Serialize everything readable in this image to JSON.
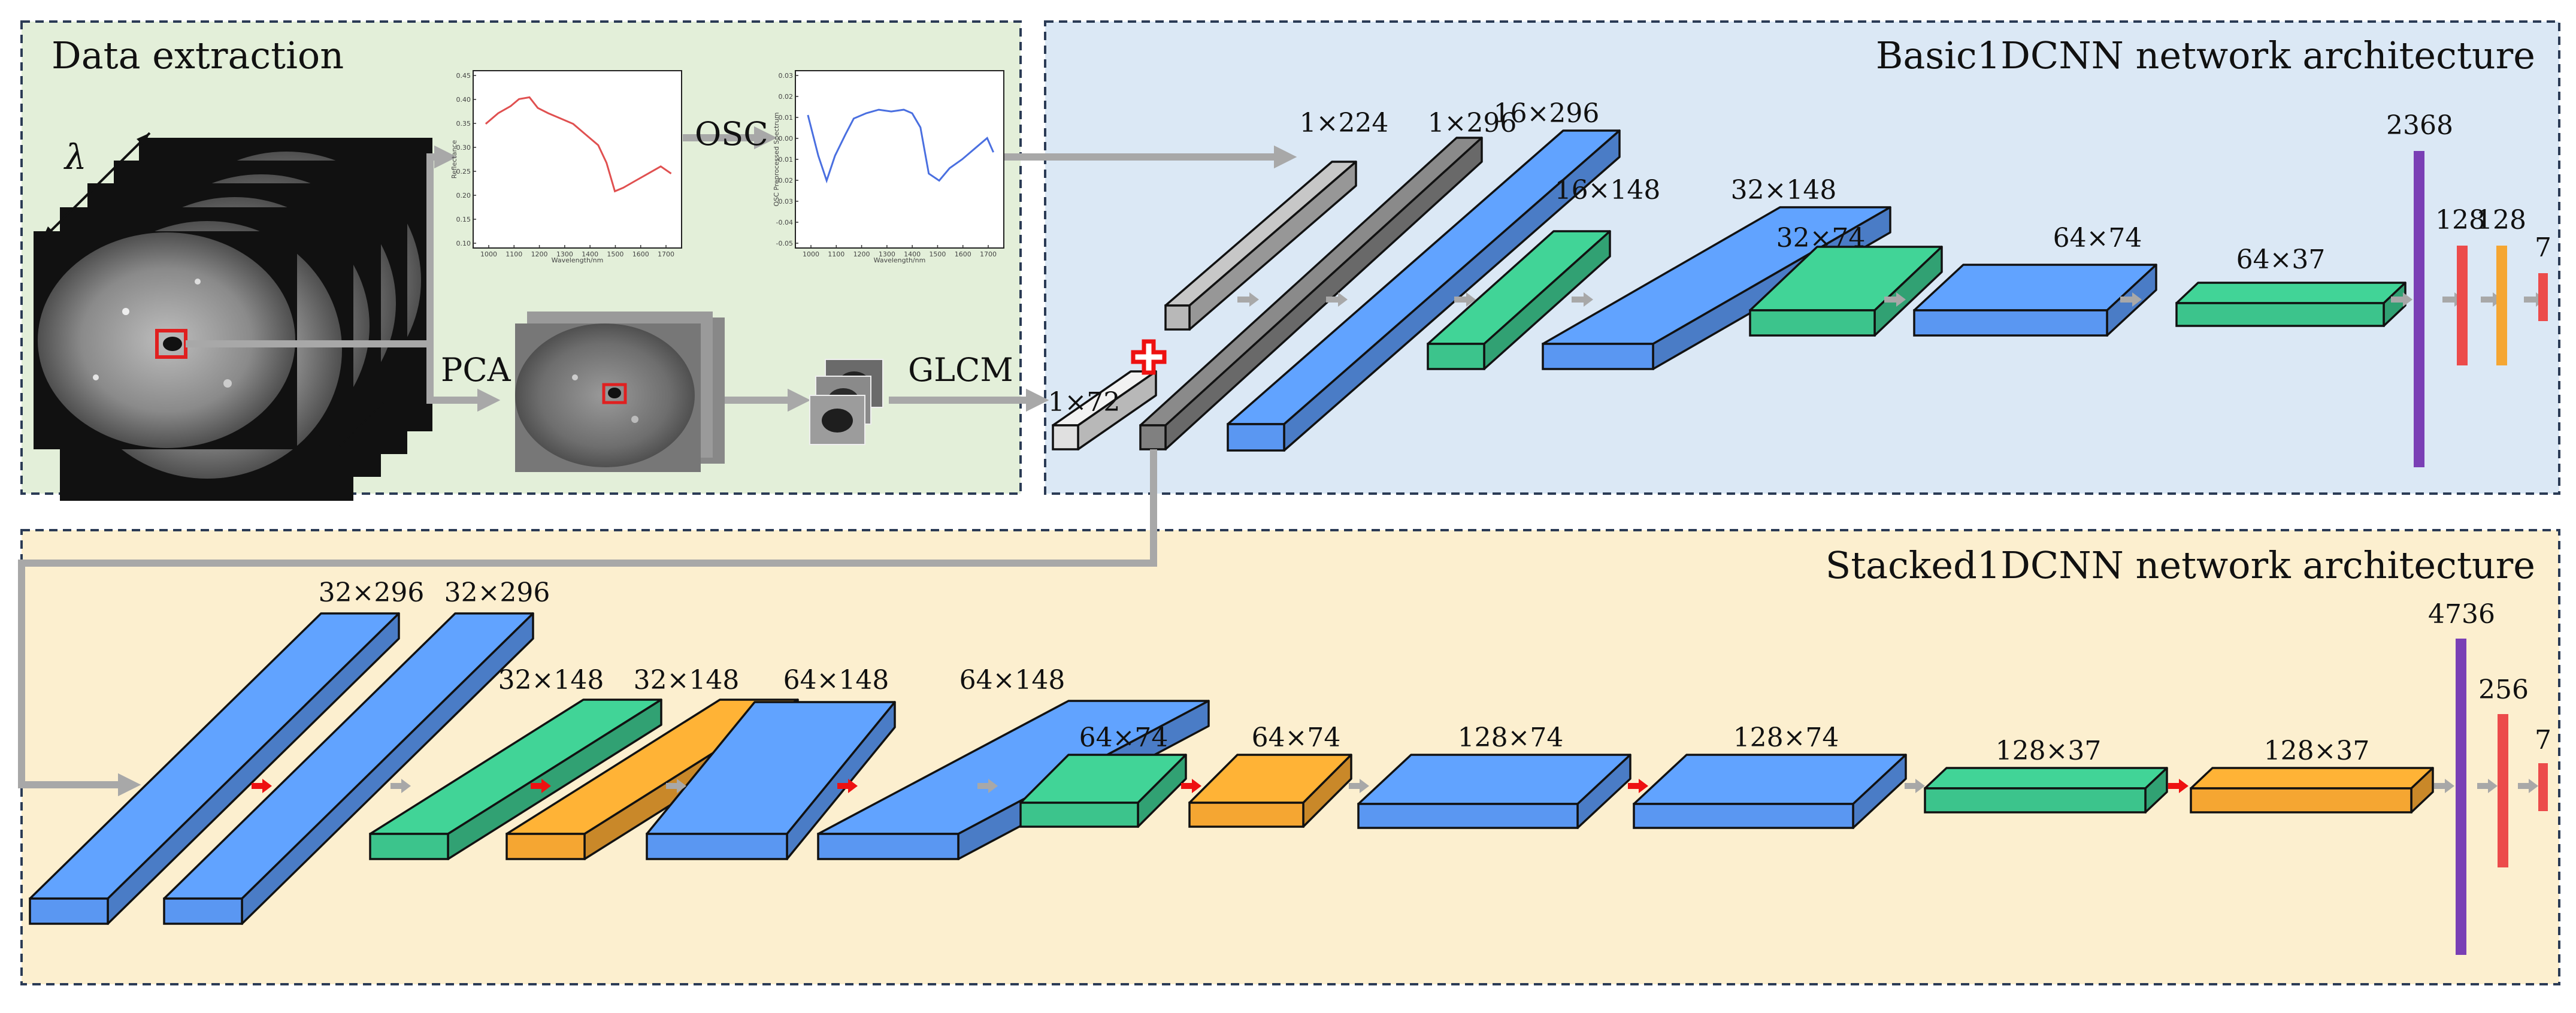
{
  "panels": {
    "extraction": {
      "title": "Data extraction"
    },
    "basic": {
      "title": "Basic1DCNN network architecture"
    },
    "stacked": {
      "title": "Stacked1DCNN network architecture"
    }
  },
  "extraction": {
    "lambda": "λ",
    "osc": "OSC",
    "pca": "PCA",
    "glcm": "GLCM",
    "plot1": {
      "xlabel": "Wavelength/nm",
      "ylabel": "Reflectance",
      "xticks": [
        "1000",
        "1100",
        "1200",
        "1300",
        "1400",
        "1500",
        "1600",
        "1700"
      ],
      "yticks": [
        "0.45",
        "0.40",
        "0.35",
        "0.30",
        "0.25",
        "0.20",
        "0.15",
        "0.10"
      ]
    },
    "plot2": {
      "xlabel": "Wavelength/nm",
      "ylabel": "OSC Preprocessed Spectrum",
      "xticks": [
        "1000",
        "1100",
        "1200",
        "1300",
        "1400",
        "1500",
        "1600",
        "1700"
      ],
      "yticks": [
        "0.03",
        "0.02",
        "0.01",
        "0.00",
        "-0.01",
        "-0.02",
        "-0.03",
        "-0.04",
        "-0.05"
      ]
    }
  },
  "colors": {
    "extraction_bg": "#e3efd9",
    "basic_bg": "#dbe8f5",
    "stacked_bg": "#fcefcf",
    "conv": "#5a97f2",
    "pool": "#3cc48c",
    "batchnorm": "#f5a632",
    "flatten": "#7a3fb5",
    "dense_red": "#ec4b4b",
    "dense_orange": "#f5a632",
    "grey_light": "#e0e0e0",
    "grey_mid": "#b8b8b8",
    "grey_dark": "#808080",
    "arrow_grey": "#a8a8a8",
    "arrow_red": "#ee1111"
  },
  "basic": {
    "inputs": [
      {
        "label": "1×72",
        "shade": "light"
      },
      {
        "label": "1×224",
        "shade": "mid"
      },
      {
        "label": "1×296",
        "shade": "dark"
      }
    ],
    "layers": [
      {
        "label": "16×296",
        "kind": "conv"
      },
      {
        "label": "16×148",
        "kind": "pool"
      },
      {
        "label": "32×148",
        "kind": "conv"
      },
      {
        "label": "32×74",
        "kind": "pool"
      },
      {
        "label": "64×74",
        "kind": "conv"
      },
      {
        "label": "64×37",
        "kind": "pool"
      }
    ],
    "flatten": "2368",
    "dense": [
      {
        "label": "128",
        "kind": "dense_red"
      },
      {
        "label": "128",
        "kind": "dense_orange"
      },
      {
        "label": "7",
        "kind": "dense_red"
      }
    ]
  },
  "stacked": {
    "layers": [
      {
        "label": "32×296",
        "kind": "conv"
      },
      {
        "label": "32×296",
        "kind": "conv"
      },
      {
        "label": "32×148",
        "kind": "pool"
      },
      {
        "label": "32×148",
        "kind": "batchnorm"
      },
      {
        "label": "64×148",
        "kind": "conv"
      },
      {
        "label": "64×148",
        "kind": "conv"
      },
      {
        "label": "64×74",
        "kind": "pool"
      },
      {
        "label": "64×74",
        "kind": "batchnorm"
      },
      {
        "label": "128×74",
        "kind": "conv"
      },
      {
        "label": "128×74",
        "kind": "conv"
      },
      {
        "label": "128×37",
        "kind": "pool"
      },
      {
        "label": "128×37",
        "kind": "batchnorm"
      }
    ],
    "flatten": "4736",
    "dense": [
      {
        "label": "256",
        "kind": "dense_red"
      },
      {
        "label": "7",
        "kind": "dense_red"
      }
    ]
  }
}
